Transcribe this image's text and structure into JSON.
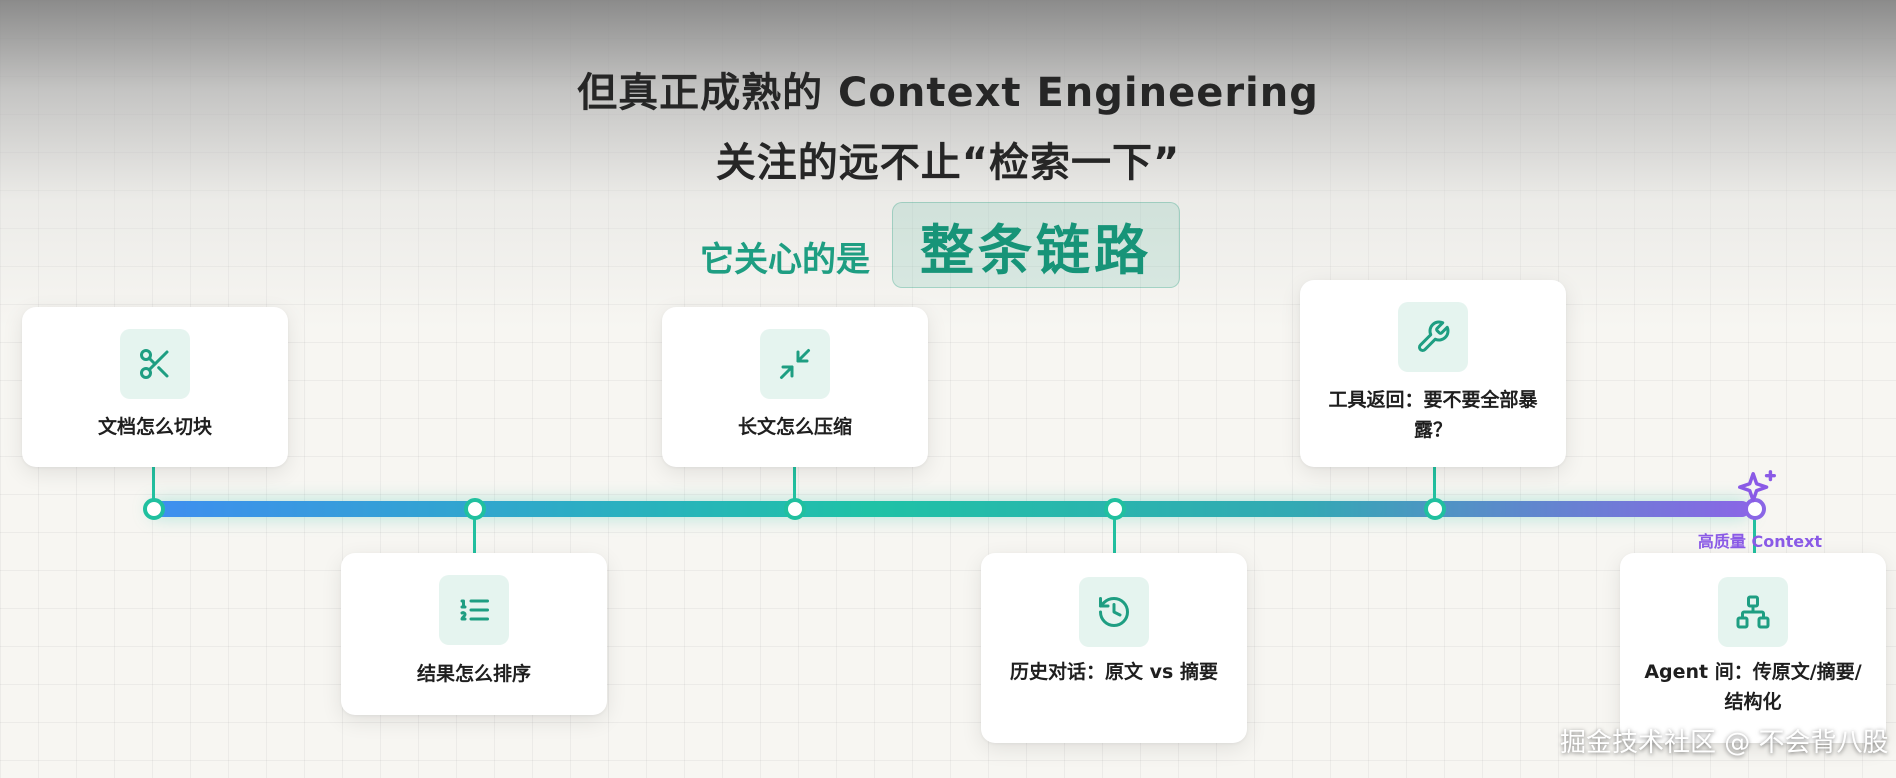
{
  "header": {
    "title_line1": "但真正成熟的 Context Engineering",
    "title_line2": "关注的远不止“检索一下”",
    "subtitle_prefix": "它关心的是",
    "subtitle_highlight": "整条链路"
  },
  "steps": [
    {
      "label": "文档怎么切块",
      "icon": "scissors-icon",
      "position": "above"
    },
    {
      "label": "结果怎么排序",
      "icon": "numbered-list-icon",
      "position": "below"
    },
    {
      "label": "长文怎么压缩",
      "icon": "minimize-arrows-icon",
      "position": "above"
    },
    {
      "label": "历史对话：原文 vs 摘要",
      "icon": "history-icon",
      "position": "below"
    },
    {
      "label": "工具返回：要不要全部暴露？",
      "icon": "wrench-icon",
      "position": "above"
    },
    {
      "label": "Agent 间：传原文/摘要/结构化",
      "icon": "hierarchy-icon",
      "position": "below"
    }
  ],
  "timeline": {
    "end_label": "高质量 Context",
    "end_icon": "sparkle-icon"
  },
  "watermark": "掘金技术社区 @ 不会背八股",
  "colors": {
    "accent": "#1e9e82",
    "node": "#20c09f",
    "gradient_start": "#3f8ef0",
    "gradient_mid": "#1fc2a6",
    "gradient_end": "#8a66e6",
    "end_label": "#8a5ae6"
  }
}
